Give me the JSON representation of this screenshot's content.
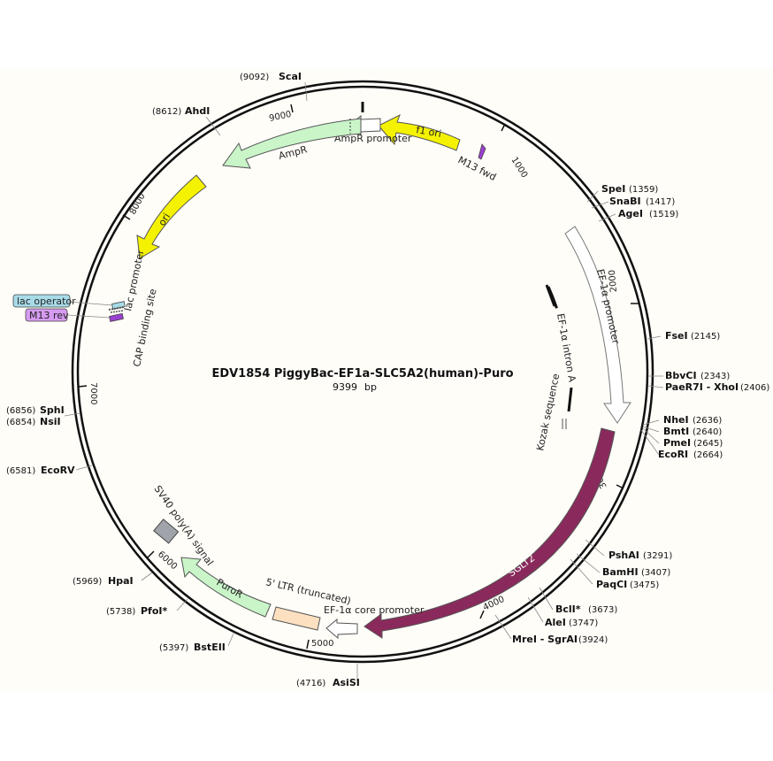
{
  "title": "EDV1854 PiggyBac-EF1a-SLC5A2(human)-Puro",
  "size": {
    "value": "9399",
    "unit": "bp"
  },
  "ticks": [
    "1000",
    "2000",
    "3000",
    "4000",
    "5000",
    "6000",
    "7000",
    "8000",
    "9000"
  ],
  "features": {
    "f1_ori": "f1 ori",
    "ampr_promoter": "AmpR promoter",
    "ampr": "AmpR",
    "m13_fwd": "M13 fwd",
    "ori": "ori",
    "lac_operator": "lac operator",
    "m13_rev": "M13 rev",
    "lac_promoter": "lac promoter",
    "cap_site": "CAP binding site",
    "ef1a_promoter": "EF-1α promoter",
    "ef1a_intron": "EF-1α intron A",
    "kozak": "Kozak sequence",
    "sglt2": "SGLT2",
    "sv40": "SV40 poly(A) signal",
    "puror": "PuroR",
    "ltr": "5' LTR (truncated)",
    "ef1a_core": "EF-1α core promoter"
  },
  "sites": [
    {
      "name": "ScaI",
      "pos": "(9092)"
    },
    {
      "name": "AhdI",
      "pos": "(8612)"
    },
    {
      "name": "SpeI",
      "pos": "(1359)"
    },
    {
      "name": "SnaBI",
      "pos": "(1417)"
    },
    {
      "name": "AgeI",
      "pos": "(1519)"
    },
    {
      "name": "FseI",
      "pos": "(2145)"
    },
    {
      "name": "BbvCI",
      "pos": "(2343)"
    },
    {
      "name": "PaeR7I - XhoI",
      "pos": "(2406)"
    },
    {
      "name": "NheI",
      "pos": "(2636)"
    },
    {
      "name": "BmtI",
      "pos": "(2640)"
    },
    {
      "name": "PmeI",
      "pos": "(2645)"
    },
    {
      "name": "EcoRI",
      "pos": "(2664)"
    },
    {
      "name": "PshAI",
      "pos": "(3291)"
    },
    {
      "name": "BamHI",
      "pos": "(3407)"
    },
    {
      "name": "PaqCI",
      "pos": "(3475)"
    },
    {
      "name": "BclI*",
      "pos": "(3673)"
    },
    {
      "name": "AleI",
      "pos": "(3747)"
    },
    {
      "name": "MreI - SgrAI",
      "pos": "(3924)"
    },
    {
      "name": "AsiSI",
      "pos": "(4716)"
    },
    {
      "name": "BstEII",
      "pos": "(5397)"
    },
    {
      "name": "PfoI*",
      "pos": "(5738)"
    },
    {
      "name": "HpaI",
      "pos": "(5969)"
    },
    {
      "name": "EcoRV",
      "pos": "(6581)"
    },
    {
      "name": "NsiI",
      "pos": "(6854)"
    },
    {
      "name": "SphI",
      "pos": "(6856)"
    }
  ],
  "colors": {
    "ampr": "#c9f5c9",
    "ori": "#f4f200",
    "sglt2": "#8a2a5c",
    "promoter": "#ffffff",
    "ltr": "#fde0c0",
    "polya": "#a0a4aa",
    "lac_operator": "#a8dbe8",
    "m13": "#d69bf0",
    "m13_fwd": "#9b40d0",
    "backbone": "#111111"
  }
}
